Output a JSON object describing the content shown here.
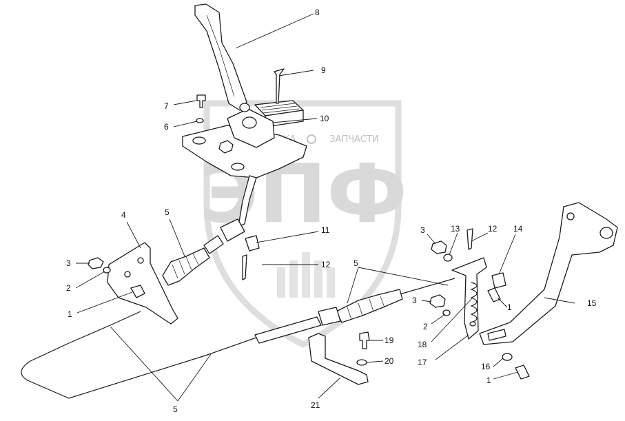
{
  "watermark": {
    "logo_text": "ЭПФ",
    "brand_left": "ТЕХНИКА",
    "brand_right": "ЗАПЧАСТИ",
    "color": "#d9d9d9"
  },
  "callouts": {
    "c1a": "1",
    "c1b": "1",
    "c1c": "1",
    "c2a": "2",
    "c2b": "2",
    "c3a": "3",
    "c3b": "3",
    "c3c": "3",
    "c4": "4",
    "c5a": "5",
    "c5b": "5",
    "c5c": "5",
    "c6": "6",
    "c7": "7",
    "c8": "8",
    "c9": "9",
    "c10": "10",
    "c11": "11",
    "c12a": "12",
    "c12b": "12",
    "c13": "13",
    "c14": "14",
    "c15": "15",
    "c16": "16",
    "c17": "17",
    "c18": "18",
    "c19": "19",
    "c20": "20",
    "c21": "21"
  }
}
